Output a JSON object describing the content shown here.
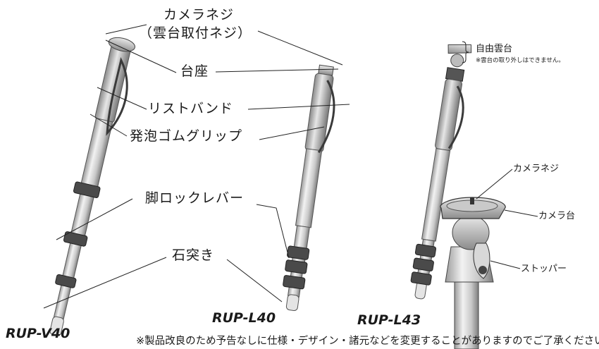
{
  "labels": {
    "camera_screw_top": "カメラネジ",
    "camera_screw_sub": "（雲台取付ネジ）",
    "base": "台座",
    "wrist_band": "リストバンド",
    "foam_grip": "発泡ゴムグリップ",
    "leg_lock_lever": "脚ロックレバー",
    "stone_tip": "石突き",
    "free_head": "自由雲台",
    "free_head_note": "※雲台の取り外しはできません。",
    "head_camera_screw": "カメラネジ",
    "camera_platform": "カメラ台",
    "stopper": "ストッパー"
  },
  "models": {
    "v40": "RUP-V40",
    "l40": "RUP-L40",
    "l43": "RUP-L43"
  },
  "footnote": "※製品改良のため予告なしに仕様・デザイン・諸元などを変更することがありますのでご了承ください"
}
